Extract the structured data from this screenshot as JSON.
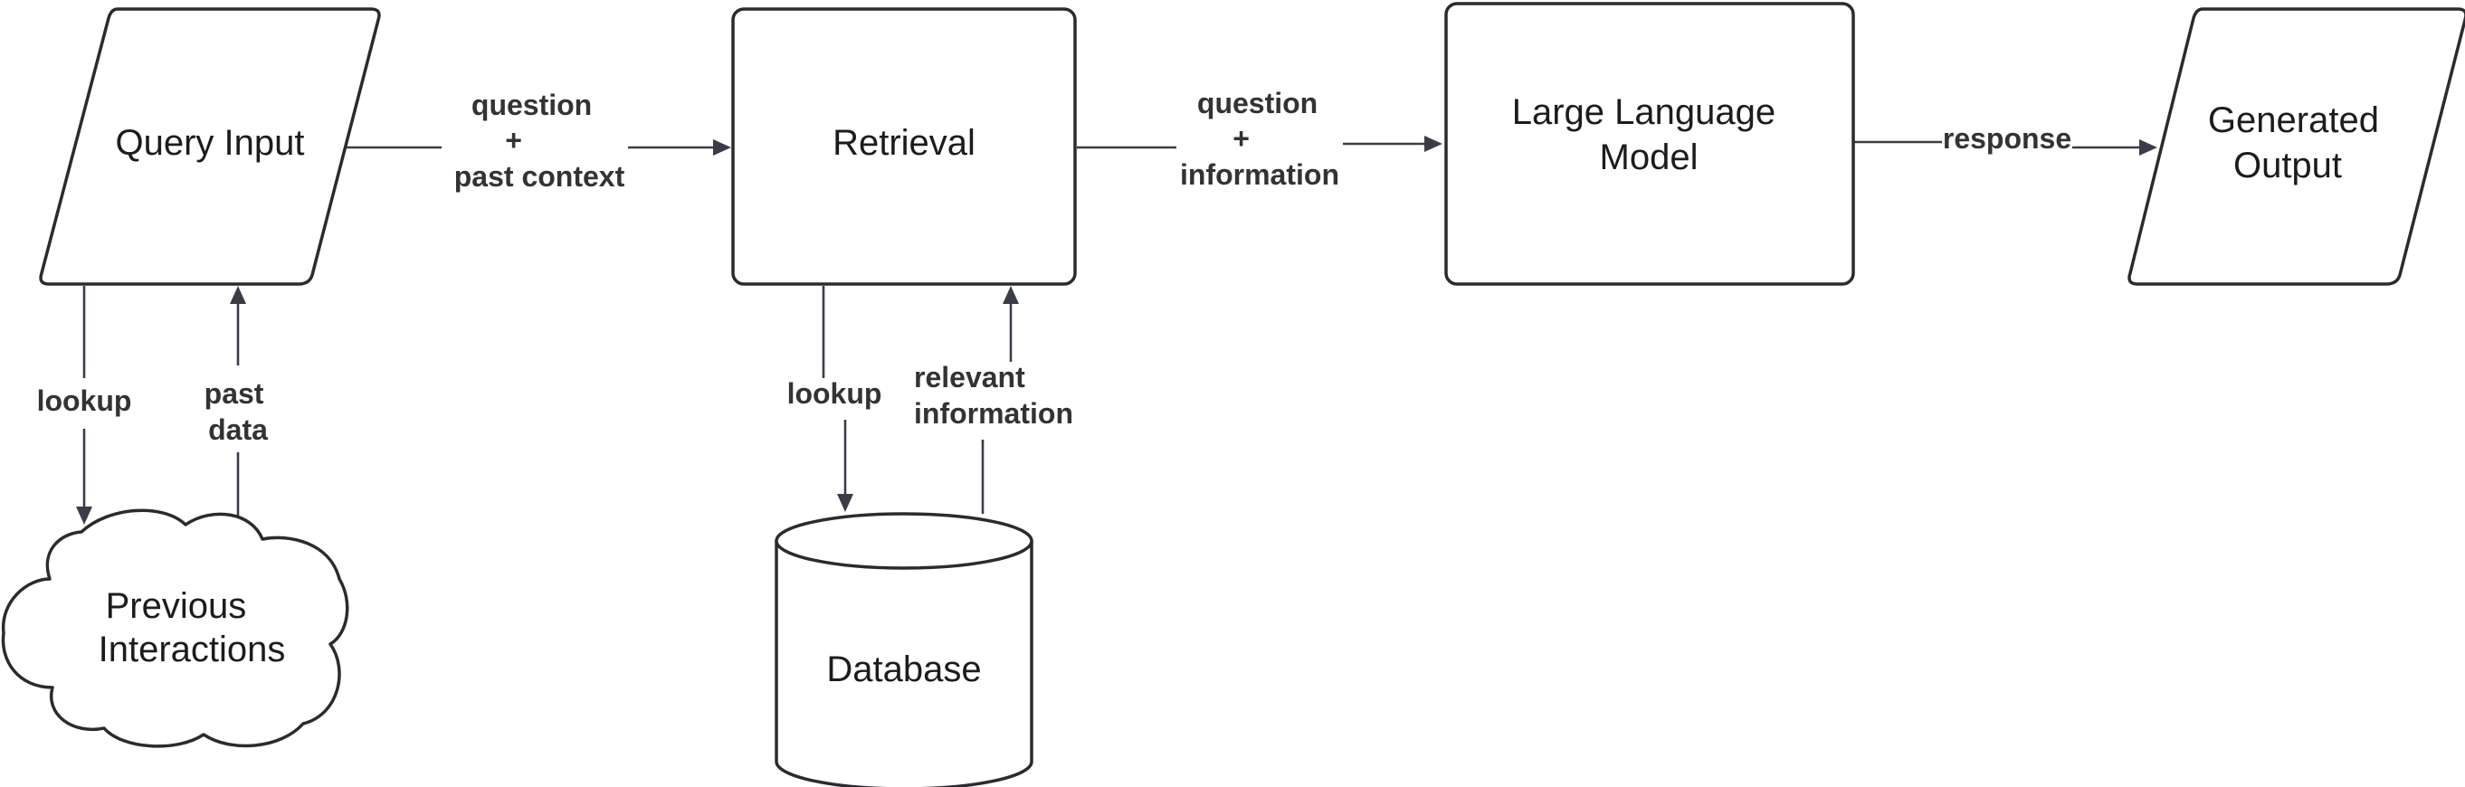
{
  "nodes": {
    "query_input": {
      "lines": [
        "Query Input"
      ]
    },
    "retrieval": {
      "lines": [
        "Retrieval"
      ]
    },
    "llm": {
      "lines": [
        "Large Language",
        "Model"
      ]
    },
    "generated_output": {
      "lines": [
        "Generated",
        "Output"
      ]
    },
    "previous_interactions": {
      "lines": [
        "Previous",
        "Interactions"
      ]
    },
    "database": {
      "lines": [
        "Database"
      ]
    }
  },
  "edges": {
    "query_to_retrieval": {
      "lines": [
        "question",
        "+",
        "past context"
      ]
    },
    "retrieval_to_llm": {
      "lines": [
        "question",
        "+",
        "information"
      ]
    },
    "llm_to_output": {
      "lines": [
        "response"
      ]
    },
    "query_lookup": {
      "lines": [
        "lookup"
      ]
    },
    "past_data": {
      "lines": [
        "past",
        "data"
      ]
    },
    "retrieval_lookup": {
      "lines": [
        "lookup"
      ]
    },
    "relevant_information": {
      "lines": [
        "relevant",
        "information"
      ]
    }
  }
}
